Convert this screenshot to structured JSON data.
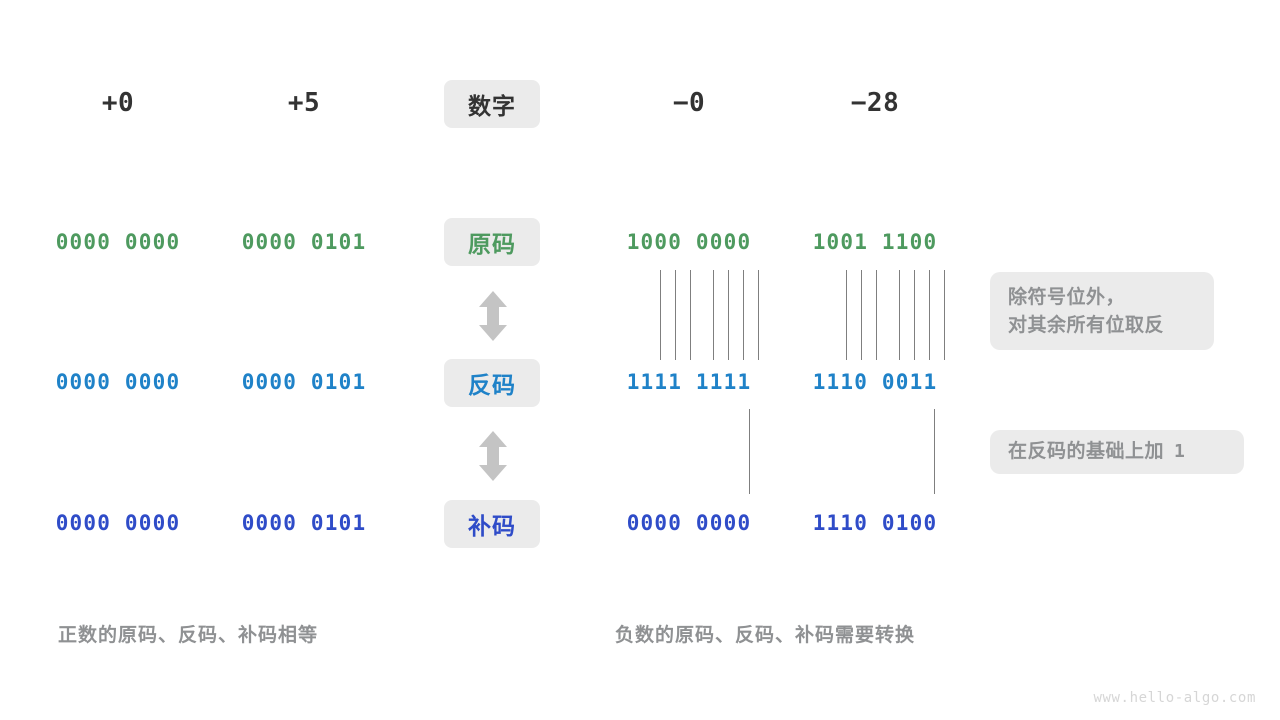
{
  "columns": {
    "positions": [
      118,
      304,
      689,
      875
    ]
  },
  "header": {
    "values": [
      "+0",
      "+5",
      "− 0",
      "− 28"
    ],
    "value_left": "+0",
    "value_left2": "+5",
    "value_right": "−0",
    "value_right2": "−28",
    "chip_label": "数字"
  },
  "rows": [
    {
      "key": "sign_magnitude",
      "chip_label": "原码",
      "color": "#4e9a5f",
      "values": [
        "0000 0000",
        "0000 0101",
        "1000 0000",
        "1001 1100"
      ]
    },
    {
      "key": "ones_complement",
      "chip_label": "反码",
      "color": "#1f82c8",
      "values": [
        "0000 0000",
        "0000 0101",
        "1111 1111",
        "1110 0011"
      ]
    },
    {
      "key": "twos_complement",
      "chip_label": "补码",
      "color": "#2f4cc8",
      "values": [
        "0000 0000",
        "0000 0101",
        "0000 0000",
        "1110 0100"
      ]
    }
  ],
  "notes": {
    "invert": {
      "line1": "除符号位外，",
      "line2": "对其余所有位取反"
    },
    "add_one": {
      "text": "在反码的基础上加",
      "value": "1"
    }
  },
  "captions": {
    "left": "正数的原码、反码、补码相等",
    "right": "负数的原码、反码、补码需要转换"
  },
  "watermark": "www.hello-algo.com",
  "colors": {
    "chip_bg": "#ebebeb",
    "green": "#4e9a5f",
    "blue": "#1f82c8",
    "indigo": "#2f4cc8",
    "gray_text": "#8f9193",
    "dark_text": "#333333",
    "line": "#7f7f7f"
  }
}
